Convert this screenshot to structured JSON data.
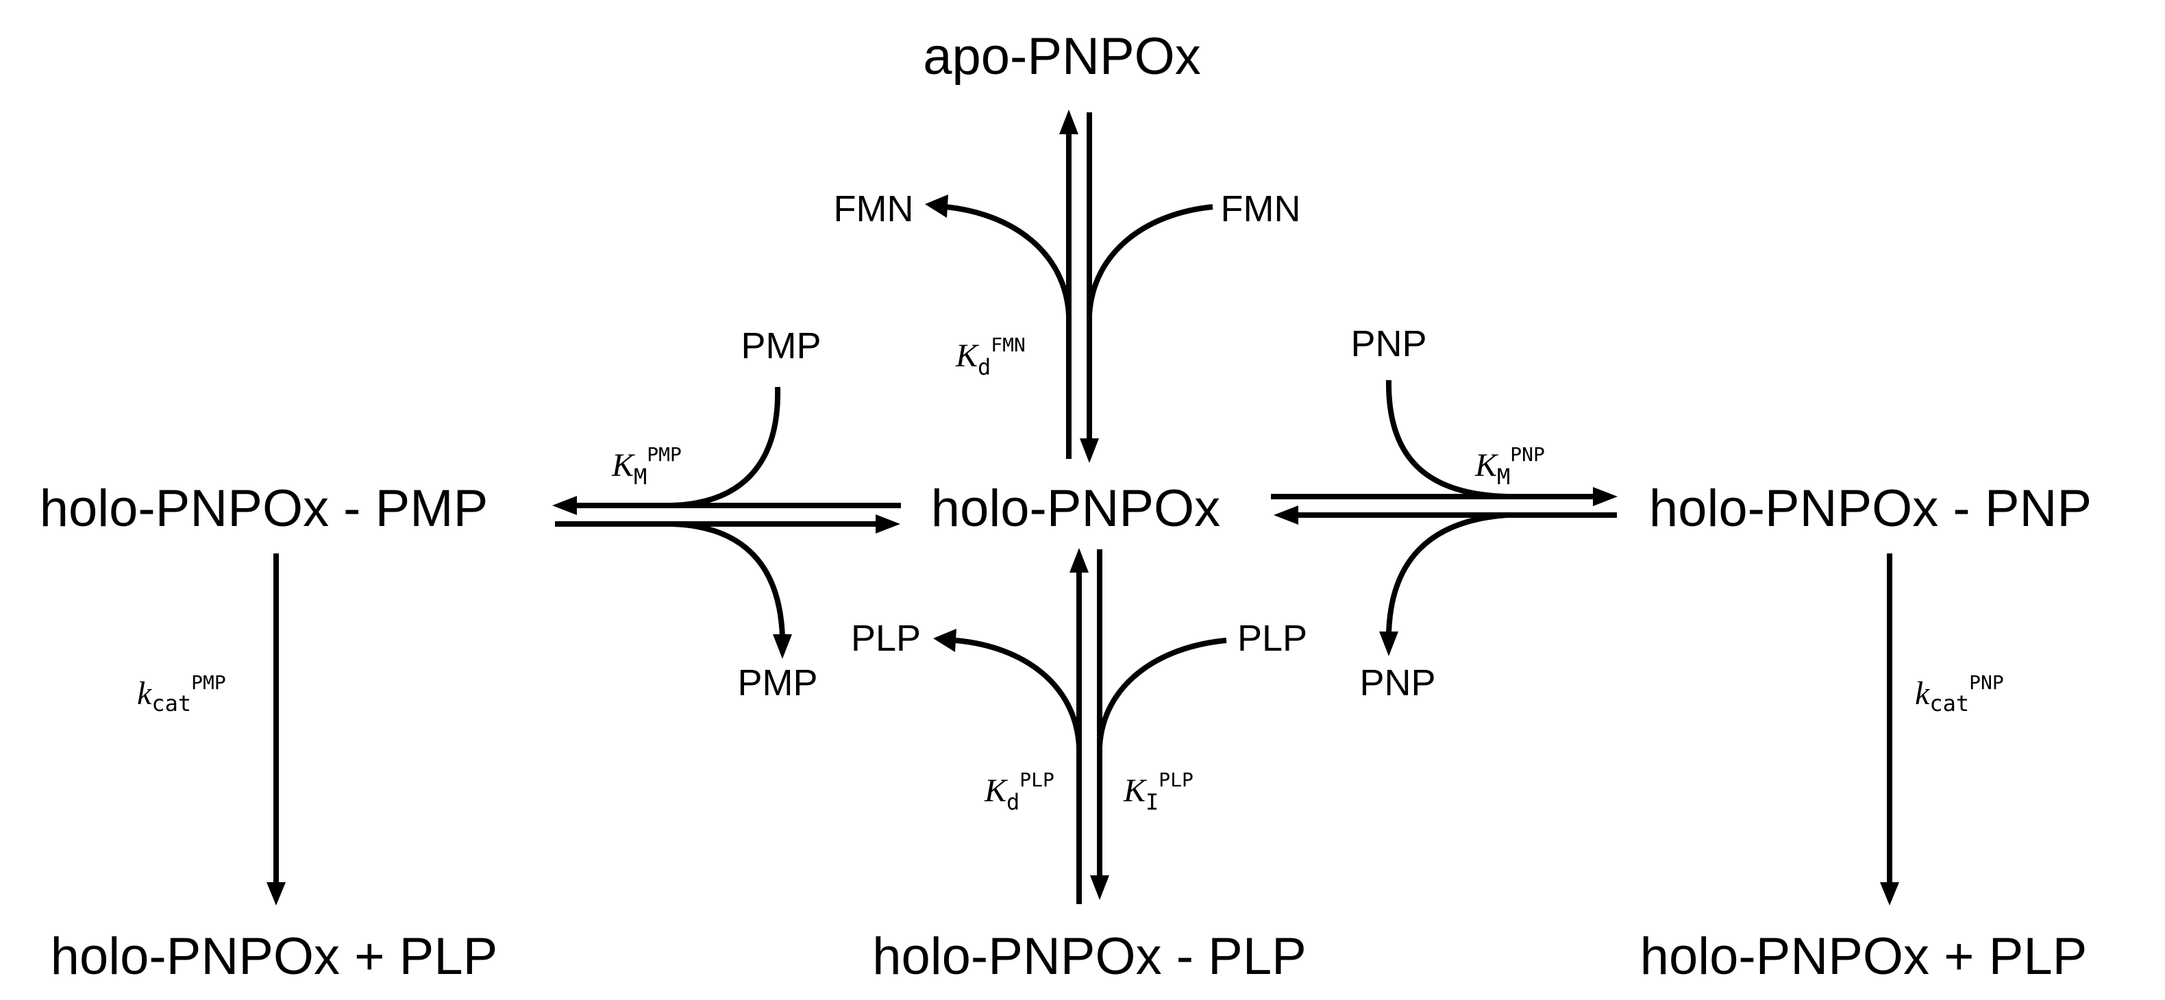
{
  "species": {
    "apo": "apo-PNPOx",
    "holo": "holo-PNPOx",
    "holo_pmp": "holo-PNPOx - PMP",
    "holo_pnp": "holo-PNPOx - PNP",
    "holo_plp": "holo-PNPOx - PLP",
    "product_left": "holo-PNPOx + PLP",
    "product_right": "holo-PNPOx + PLP"
  },
  "molecules": {
    "fmn_out": "FMN",
    "fmn_in": "FMN",
    "pmp_in": "PMP",
    "pmp_out": "PMP",
    "pnp_in": "PNP",
    "pnp_out": "PNP",
    "plp_out": "PLP",
    "plp_in": "PLP"
  },
  "constants": {
    "kd_fmn": {
      "symbol": "K",
      "sub": "d",
      "sup": "FMN"
    },
    "km_pmp": {
      "symbol": "K",
      "sub": "M",
      "sup": "PMP"
    },
    "km_pnp": {
      "symbol": "K",
      "sub": "M",
      "sup": "PNP"
    },
    "kcat_pmp": {
      "symbol": "k",
      "sub": "cat",
      "sup": "PMP"
    },
    "kcat_pnp": {
      "symbol": "k",
      "sub": "cat",
      "sup": "PNP"
    },
    "kd_plp": {
      "symbol": "K",
      "sub": "d",
      "sup": "PLP"
    },
    "ki_plp": {
      "symbol": "K",
      "sub": "I",
      "sup": "PLP"
    }
  }
}
